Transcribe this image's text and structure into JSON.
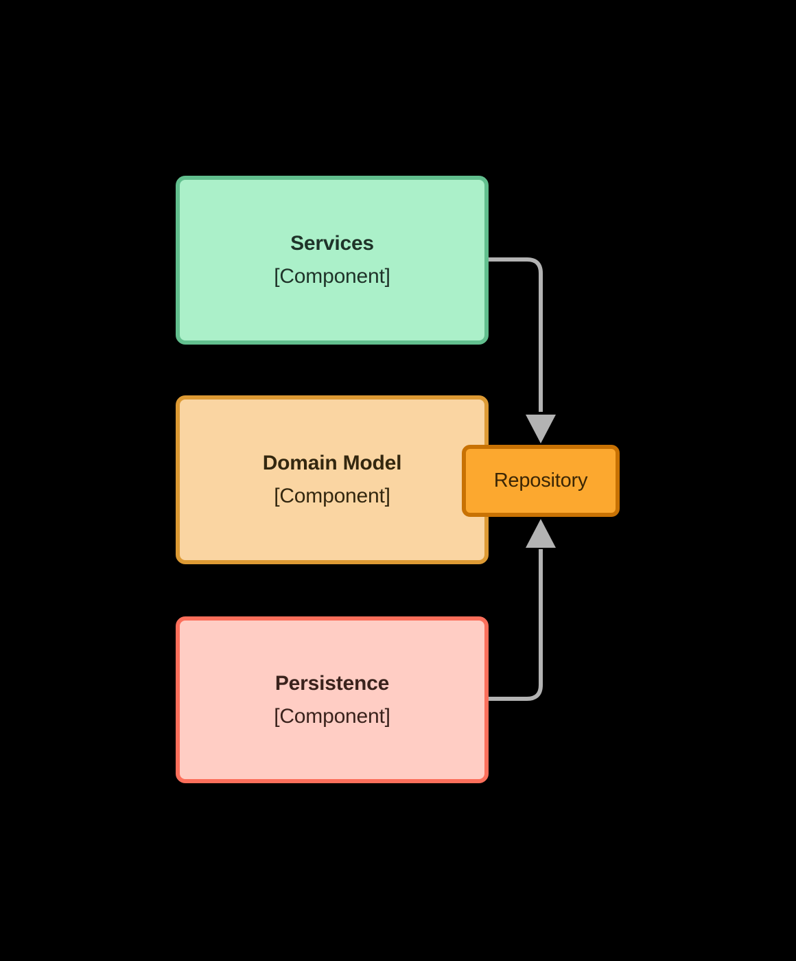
{
  "diagram": {
    "type": "component-layer-diagram",
    "background_color": "#000000",
    "connector_color": "#b3b3b3",
    "nodes": [
      {
        "id": "services",
        "title": "Services",
        "subtitle": "[Component]",
        "fill": "#abf0c9",
        "stroke": "#62bf8e",
        "text_color": "#1f3329"
      },
      {
        "id": "domain-model",
        "title": "Domain Model",
        "subtitle": "[Component]",
        "fill": "#fad5a2",
        "stroke": "#dd9a34",
        "text_color": "#33270f"
      },
      {
        "id": "persistence",
        "title": "Persistence",
        "subtitle": "[Component]",
        "fill": "#ffcdc4",
        "stroke": "#fc6f5b",
        "text_color": "#3a221c"
      }
    ],
    "interface": {
      "id": "repository",
      "label": "Repository",
      "fill": "#fca82f",
      "stroke": "#c87204",
      "text_color": "#3b2605"
    },
    "edges": [
      {
        "id": "services-to-repository",
        "from": "services",
        "to": "repository",
        "direction": "down",
        "label": ""
      },
      {
        "id": "persistence-to-repository",
        "from": "persistence",
        "to": "repository",
        "direction": "up",
        "label": ""
      }
    ]
  }
}
